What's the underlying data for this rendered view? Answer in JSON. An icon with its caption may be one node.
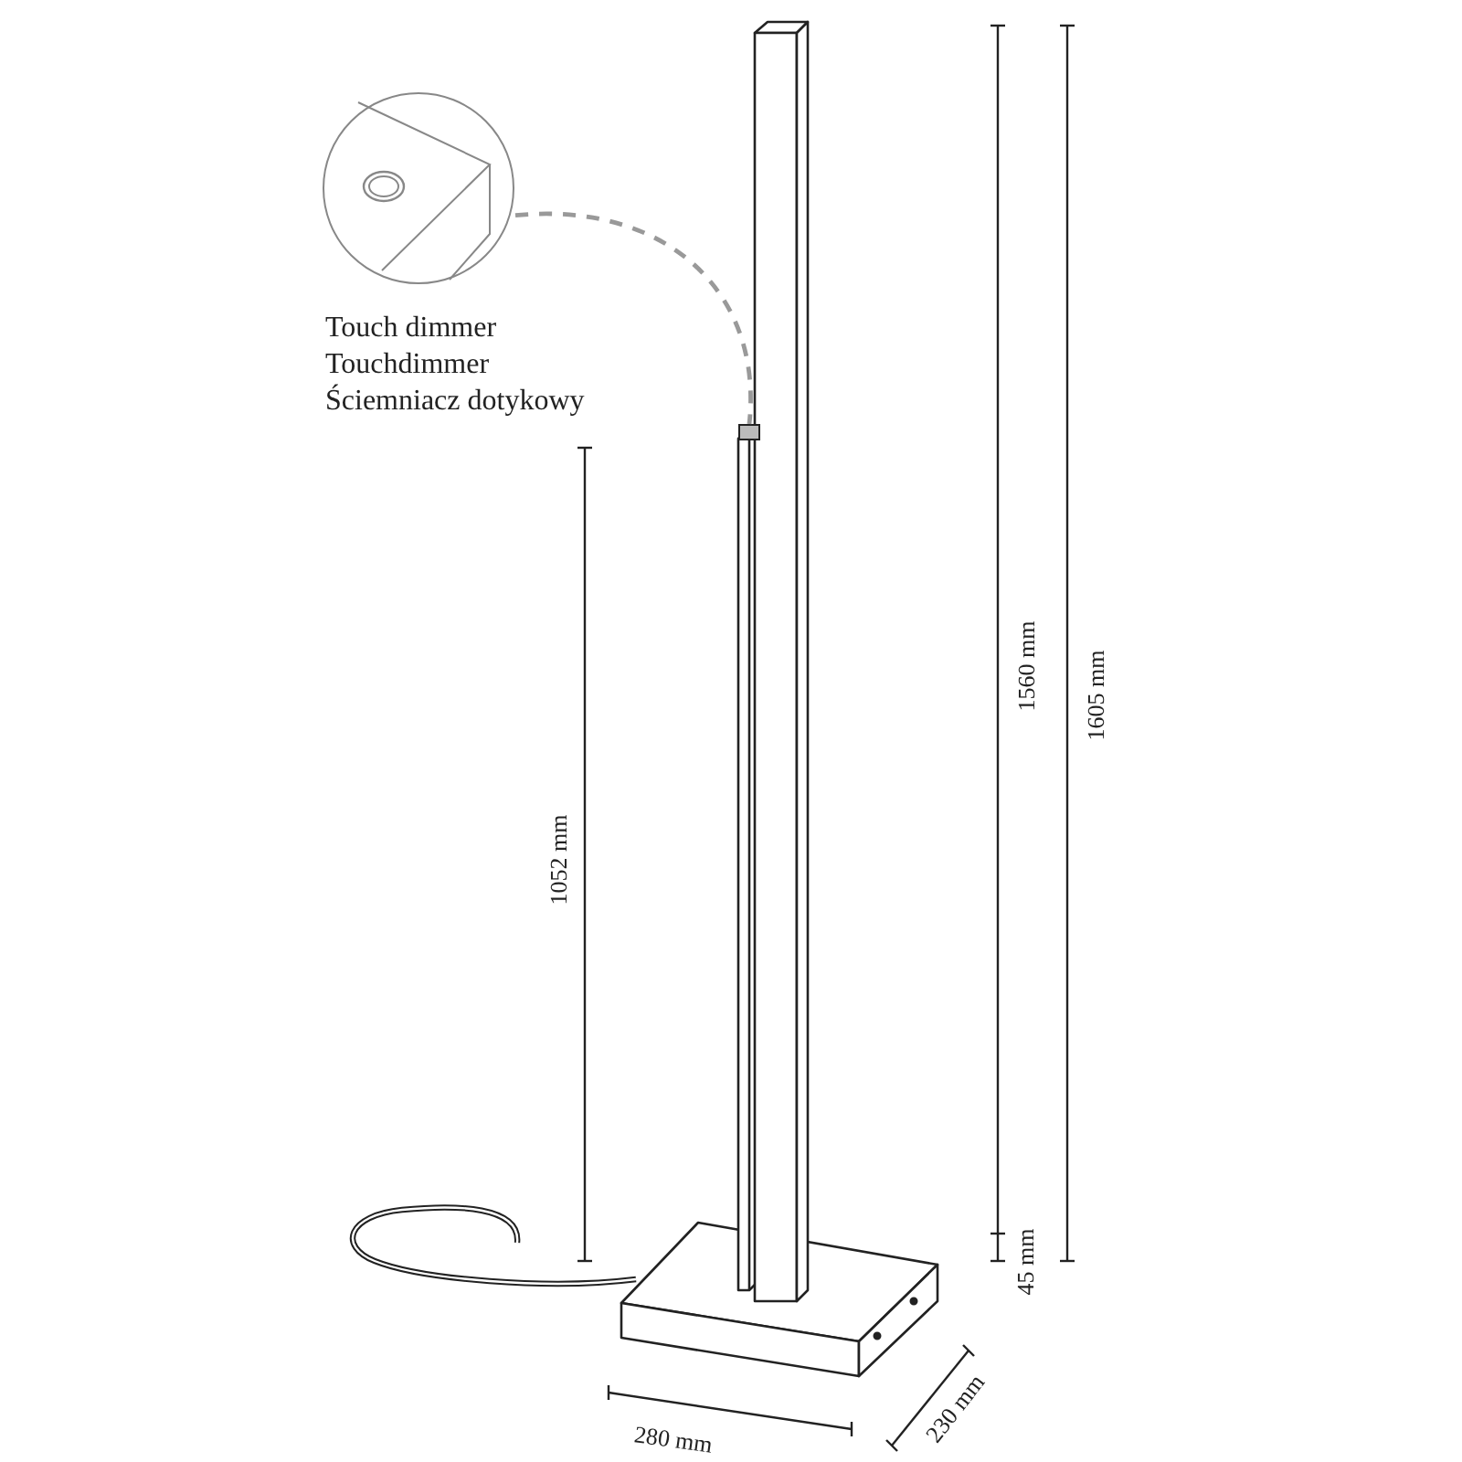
{
  "diagram": {
    "nodes": [
      {
        "text": [],
        "shape": "circle",
        "beside": [
          "Touch dimmer",
          "Touchdimmer",
          "Ściemniacz dotykowy"
        ]
      },
      {
        "text": [],
        "shape": "box"
      }
    ],
    "edges": [
      {
        "from": 0,
        "to": 1,
        "arrow": "none",
        "style": "dashed"
      }
    ],
    "labels": [
      "1052 mm",
      "1560 mm",
      "1605 mm",
      "45 mm",
      "280 mm",
      "230 mm"
    ]
  }
}
